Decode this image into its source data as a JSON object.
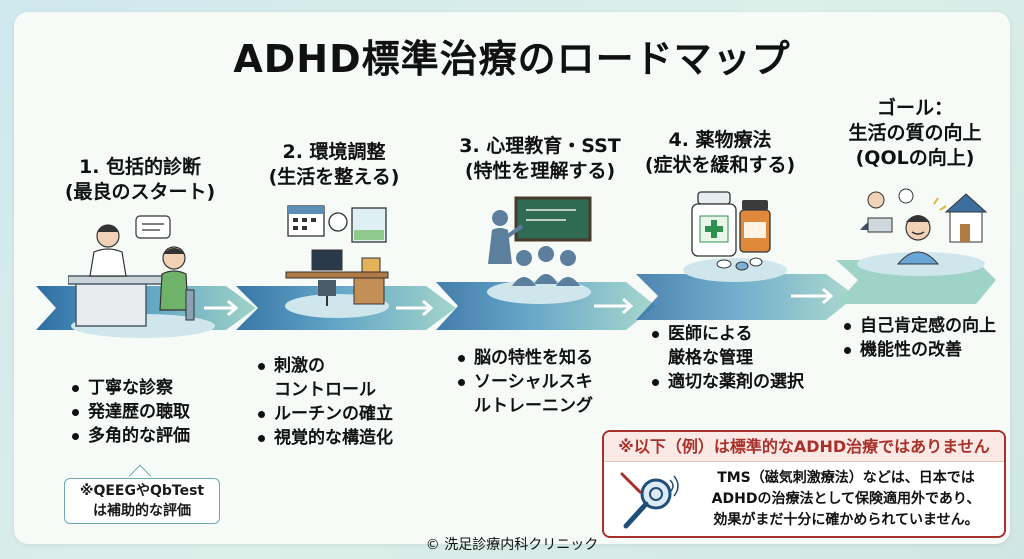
{
  "title": "ADHD標準治療のロードマップ",
  "steps": [
    {
      "title_line1": "1. 包括的診断",
      "title_line2": "(最良のスタート)",
      "bullets": [
        "丁寧な診察",
        "発達歴の聴取",
        "多角的な評価"
      ],
      "icon": "doctor-consultation-icon"
    },
    {
      "title_line1": "2. 環境調整",
      "title_line2": "(生活を整える)",
      "bullets": [
        "刺激の",
        "コントロール",
        "ルーチンの確立",
        "視覚的な構造化"
      ],
      "icon": "study-desk-icon"
    },
    {
      "title_line1": "3. 心理教育・SST",
      "title_line2": "(特性を理解する)",
      "bullets": [
        "脳の特性を知る",
        "ソーシャルスキ",
        "ルトレーニング"
      ],
      "icon": "classroom-icon"
    },
    {
      "title_line1": "4. 薬物療法",
      "title_line2": "(症状を緩和する)",
      "bullets": [
        "医師による",
        "厳格な管理",
        "適切な薬剤の選択"
      ],
      "icon": "medicine-bottles-icon"
    },
    {
      "title_line1": "ゴール：",
      "title_line2": "生活の質の向上",
      "title_line3": "(QOLの向上)",
      "bullets": [
        "自己肯定感の向上",
        "機能性の改善"
      ],
      "icon": "happy-home-icon"
    }
  ],
  "note": {
    "line1": "※QEEGやQbTest",
    "line2": "は補助的な評価"
  },
  "warning": {
    "heading": "※以下（例）は標準的なADHD治療ではありません",
    "line1": "TMS（磁気刺激療法）などは、日本では",
    "line2": "ADHDの治療法として保険適用外であり、",
    "line3": "効果がまだ十分に確かめられていません。",
    "icon": "tms-coil-prohibited-icon"
  },
  "footer": "© 洗足診療内科クリニック",
  "colors": {
    "band_dark": "#2f6fa3",
    "band_light": "#9fd3c7",
    "warning": "#a8312a"
  }
}
